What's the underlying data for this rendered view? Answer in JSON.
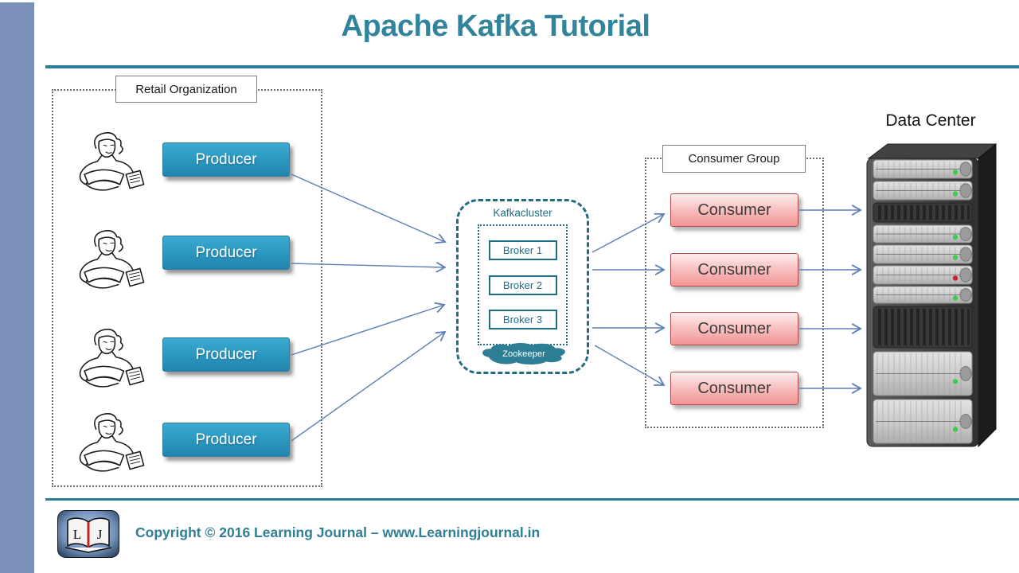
{
  "header": {
    "title": "Apache Kafka Tutorial"
  },
  "retail": {
    "label": "Retail Organization",
    "producers": [
      {
        "label": "Producer"
      },
      {
        "label": "Producer"
      },
      {
        "label": "Producer"
      },
      {
        "label": "Producer"
      }
    ]
  },
  "kafka_cluster": {
    "label": "Kafkacluster",
    "brokers": [
      {
        "label": "Broker 1"
      },
      {
        "label": "Broker 2"
      },
      {
        "label": "Broker 3"
      }
    ],
    "zookeeper_label": "Zookeeper"
  },
  "consumer_group": {
    "label": "Consumer Group",
    "consumers": [
      {
        "label": "Consumer"
      },
      {
        "label": "Consumer"
      },
      {
        "label": "Consumer"
      },
      {
        "label": "Consumer"
      }
    ]
  },
  "data_center": {
    "label": "Data Center",
    "servers": [
      {
        "type": "server",
        "led": "green"
      },
      {
        "type": "server",
        "led": "green"
      },
      {
        "type": "vent"
      },
      {
        "type": "server",
        "led": "green"
      },
      {
        "type": "server",
        "led": "green"
      },
      {
        "type": "server",
        "led": "red"
      },
      {
        "type": "server",
        "led": "green"
      },
      {
        "type": "vent"
      },
      {
        "type": "server_tall",
        "led": "green"
      },
      {
        "type": "server_tall",
        "led": "green"
      }
    ]
  },
  "footer": {
    "copyright": "Copyright © 2016 Learning Journal – www.Learningjournal.in",
    "logo_left_letter": "L",
    "logo_right_letter": "J"
  },
  "colors": {
    "accent_teal": "#2e7f96",
    "title_teal": "#31849b",
    "producer_blue": "#2d9ac2",
    "consumer_pink": "#f4a3a3",
    "arrow_blue": "#5b7fb7",
    "sidebar_slate": "#7b90b8",
    "led_green": "#3ecb4e",
    "led_red": "#cc2233"
  }
}
